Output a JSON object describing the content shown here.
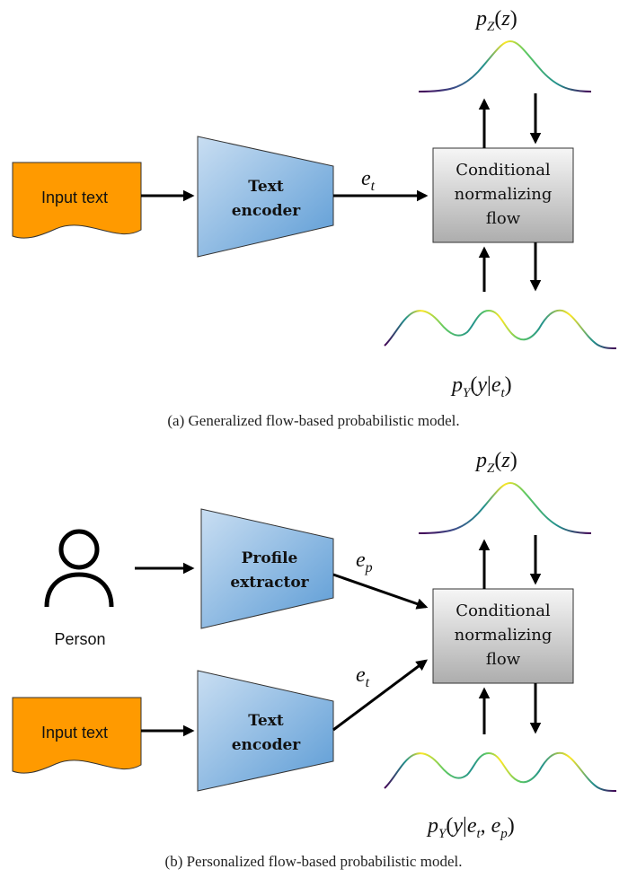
{
  "panel_a": {
    "input_doc": "Input text",
    "text_encoder": [
      "Text",
      "encoder"
    ],
    "flow_box": [
      "Conditional",
      "normalizing",
      "flow"
    ],
    "edge_label_et": "e_t",
    "top_density": "p_Z(z)",
    "bottom_density": "p_Y(y|e_t)",
    "caption": "(a) Generalized flow-based probabilistic model."
  },
  "panel_b": {
    "person_label": "Person",
    "profile_extractor": [
      "Profile",
      "extractor"
    ],
    "input_doc": "Input text",
    "text_encoder": [
      "Text",
      "encoder"
    ],
    "flow_box": [
      "Conditional",
      "normalizing",
      "flow"
    ],
    "edge_label_ep": "e_p",
    "edge_label_et": "e_t",
    "top_density": "p_Z(z)",
    "bottom_density": "p_Y(y|e_t, e_p)",
    "caption": "(b) Personalized flow-based probabilistic model."
  },
  "colors": {
    "document_fill": "#ff9a00",
    "encoder_fill_light": "#bcd6ee",
    "encoder_fill_dark": "#5b9bd5",
    "flow_box_light": "#f4f4f4",
    "flow_box_dark": "#b0b0b0",
    "curve_start": "#440154",
    "curve_mid": "#21918c",
    "curve_end": "#fde725"
  }
}
